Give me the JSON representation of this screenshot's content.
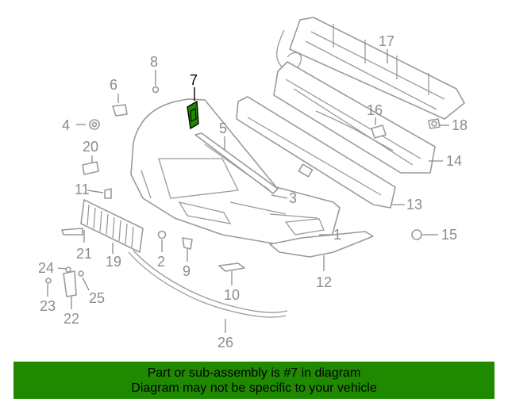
{
  "highlight_callout": "7",
  "callouts": {
    "c1": "1",
    "c2": "2",
    "c3": "3",
    "c4": "4",
    "c5": "5",
    "c6": "6",
    "c7": "7",
    "c8": "8",
    "c9": "9",
    "c10": "10",
    "c11": "11",
    "c12": "12",
    "c13": "13",
    "c14": "14",
    "c15": "15",
    "c16": "16",
    "c17": "17",
    "c18": "18",
    "c19": "19",
    "c20": "20",
    "c21": "21",
    "c22": "22",
    "c23": "23",
    "c24": "24",
    "c25": "25",
    "c26": "26"
  },
  "banner": {
    "line1": "Part or sub-assembly is #7 in diagram",
    "line2": "Diagram may not be specific to your vehicle",
    "color": "#1f8a00"
  },
  "colors": {
    "line": "#9a9a9a",
    "callout": "#8c8c8c",
    "highlight_part": "#1f8a00"
  }
}
